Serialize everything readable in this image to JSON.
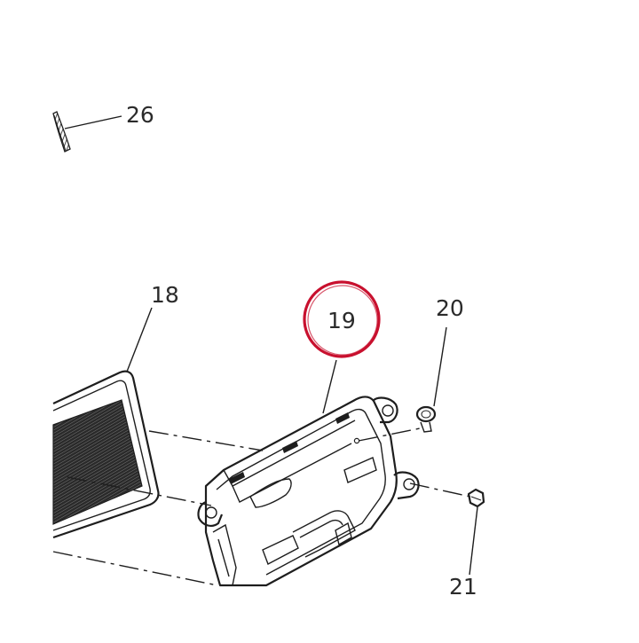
{
  "diagram": {
    "callouts": [
      {
        "id": "26",
        "label": "26"
      },
      {
        "id": "18",
        "label": "18"
      },
      {
        "id": "19",
        "label": "19",
        "highlighted": true
      },
      {
        "id": "20",
        "label": "20"
      },
      {
        "id": "21",
        "label": "21"
      }
    ],
    "highlight_color": "#c8102e",
    "line_color": "#1e1e1e",
    "text_color": "#2b2b2b",
    "background": "#ffffff"
  }
}
